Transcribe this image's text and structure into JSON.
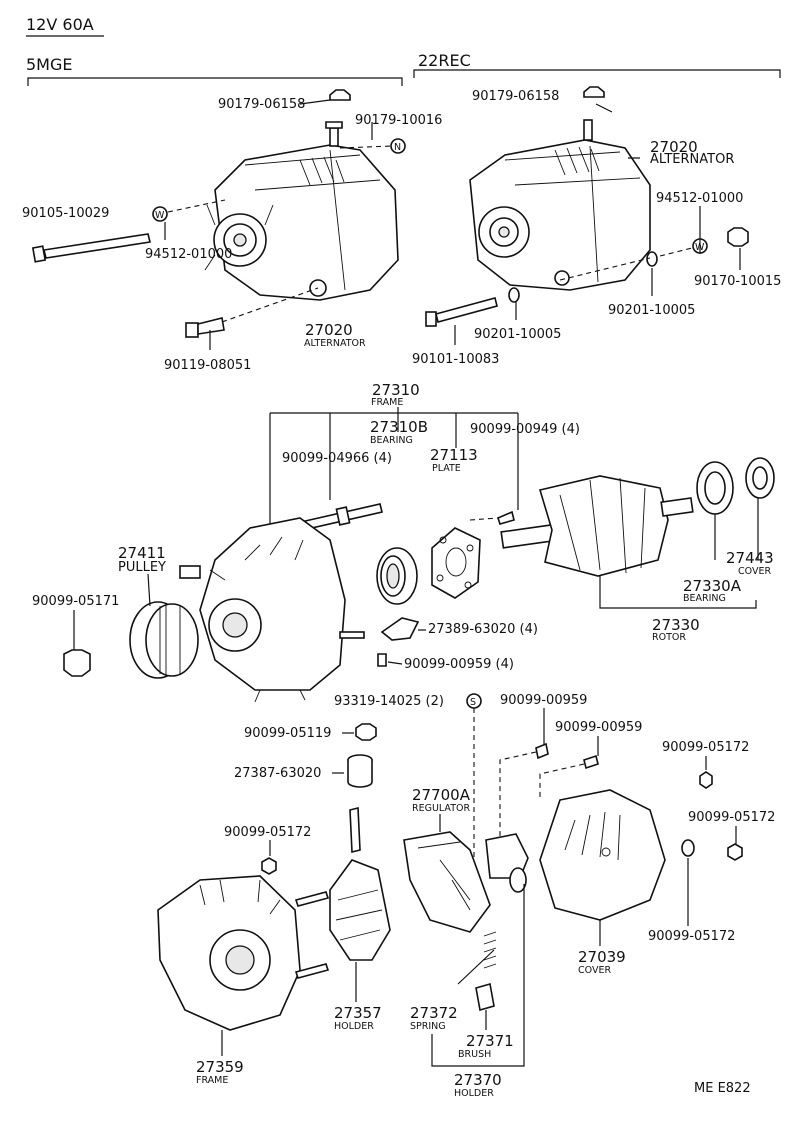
{
  "header": {
    "spec": "12V  60A",
    "left_engine": "5MGE",
    "right_engine": "22REC",
    "code": "ME  E822"
  },
  "callouts": {
    "p90179_06158_l": "90179-06158",
    "p90179_10016": "90179-10016",
    "p90105_10029": "90105-10029",
    "p94512_01000_l": "94512-01000",
    "p90119_08051": "90119-08051",
    "p27020_l": "27020",
    "alternator_l": "ALTERNATOR",
    "p90179_06158_r": "90179-06158",
    "p27020_r": "27020",
    "alternator_r": "ALTERNATOR",
    "p94512_01000_r": "94512-01000",
    "p90170_10015": "90170-10015",
    "p90201_10005_a": "90201-10005",
    "p90201_10005_b": "90201-10005",
    "p90101_10083": "90101-10083",
    "p27310": "27310",
    "frame_a": "FRAME",
    "p27310B": "27310B",
    "bearing_a": "BEARING",
    "p90099_00949": "90099-00949 (4)",
    "p90099_04966": "90099-04966 (4)",
    "p27113": "27113",
    "plate": "PLATE",
    "p27411": "27411",
    "pulley": "PULLEY",
    "p90099_05171": "90099-05171",
    "p27389_63020": "27389-63020 (4)",
    "p90099_00959_a": "90099-00959 (4)",
    "p27443": "27443",
    "cover_a": "COVER",
    "p27330A": "27330A",
    "bearing_b": "BEARING",
    "p27330": "27330",
    "rotor": "ROTOR",
    "p93319_14025": "93319-14025 (2)",
    "s_mark": "S",
    "p90099_00959_b": "90099-00959",
    "p90099_00959_c": "90099-00959",
    "p90099_05119": "90099-05119",
    "p27387_63020": "27387-63020",
    "p90099_05172_a": "90099-05172",
    "p27700A": "27700A",
    "regulator": "REGULATOR",
    "p90099_05172_b": "90099-05172",
    "p90099_05172_c": "90099-05172",
    "p90099_05172_d": "90099-05172",
    "p27039": "27039",
    "cover_b": "COVER",
    "p27357": "27357",
    "holder_a": "HOLDER",
    "p27372": "27372",
    "spring": "SPRING",
    "p27371": "27371",
    "brush": "BRUSH",
    "p27359": "27359",
    "frame_b": "FRAME",
    "p27370": "27370",
    "holder_b": "HOLDER",
    "n_mark": "N",
    "w_mark": "W"
  }
}
